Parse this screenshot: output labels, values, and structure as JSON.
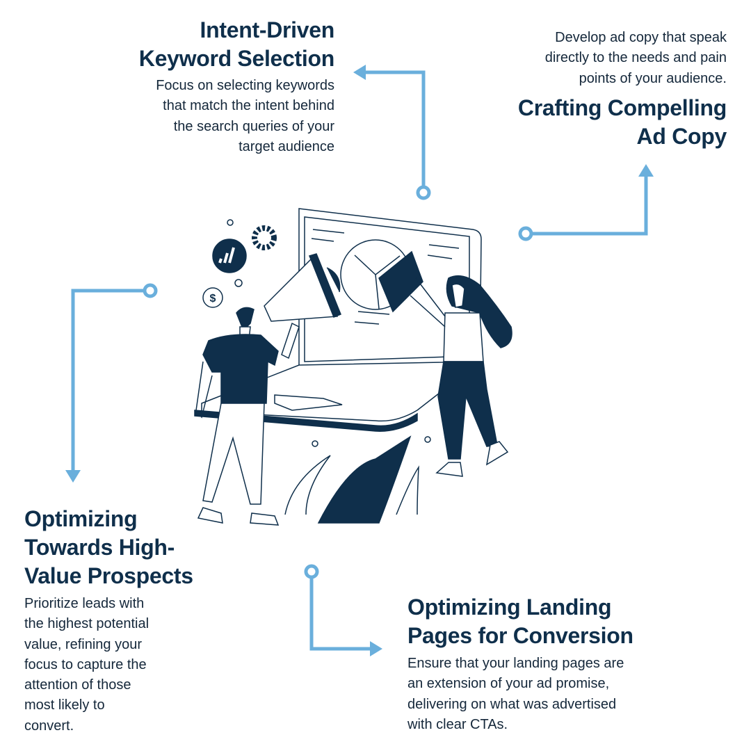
{
  "colors": {
    "navy": "#0f2f4b",
    "accent": "#6aafdc"
  },
  "sections": [
    {
      "title": "Intent-Driven\nKeyword Selection",
      "body": "Focus on selecting keywords\nthat match the intent behind\nthe search queries of your\ntarget audience"
    },
    {
      "title": "Crafting Compelling\nAd Copy",
      "body": "Develop ad copy that speak\ndirectly to the needs and pain\npoints of your audience."
    },
    {
      "title": "Optimizing\nTowards High-\nValue Prospects",
      "body": "Prioritize leads with\nthe highest potential\nvalue, refining your\nfocus to capture the\nattention of those\nmost likely to\nconvert."
    },
    {
      "title": "Optimizing Landing\nPages for Conversion",
      "body": "Ensure that your landing pages are\nan extension of your ad promise,\ndelivering on what was advertised\nwith clear CTAs."
    }
  ],
  "icons": [
    "gear-icon",
    "chart-icon",
    "dollar-icon",
    "megaphone-icon",
    "laptop-icon"
  ]
}
